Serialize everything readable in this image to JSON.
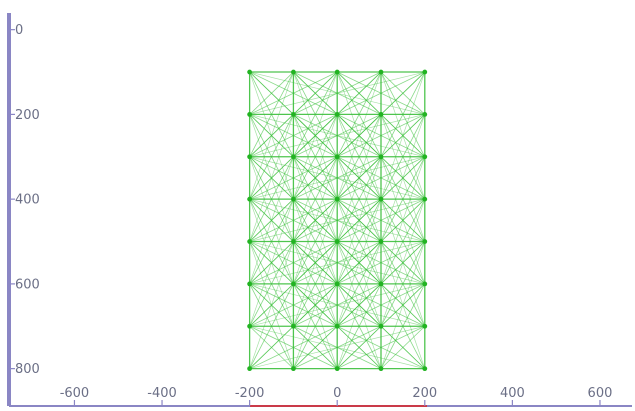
{
  "chart_data": {
    "type": "truss-graph",
    "x_ticks": [
      -600,
      -400,
      -200,
      0,
      200,
      400,
      600
    ],
    "y_ticks": [
      0,
      200,
      400,
      600,
      800
    ],
    "x_tick_labels": [
      "-600",
      "-400",
      "-200",
      "0",
      "200",
      "400",
      "600"
    ],
    "y_tick_labels": [
      "0",
      "200",
      "400",
      "600",
      "800"
    ],
    "xlim": [
      -770,
      680
    ],
    "ylim": [
      -70,
      900
    ],
    "y_inverted": true,
    "nodes_x": [
      -200,
      -100,
      0,
      100,
      200
    ],
    "nodes_y": [
      100,
      200,
      300,
      400,
      500,
      600,
      700,
      800
    ],
    "colors": {
      "axis": "#8a86c4",
      "tick_text": "#6b6f86",
      "edge": "#3bbf3b",
      "node": "#22b322",
      "x_axis_highlight": "#e02020"
    }
  }
}
